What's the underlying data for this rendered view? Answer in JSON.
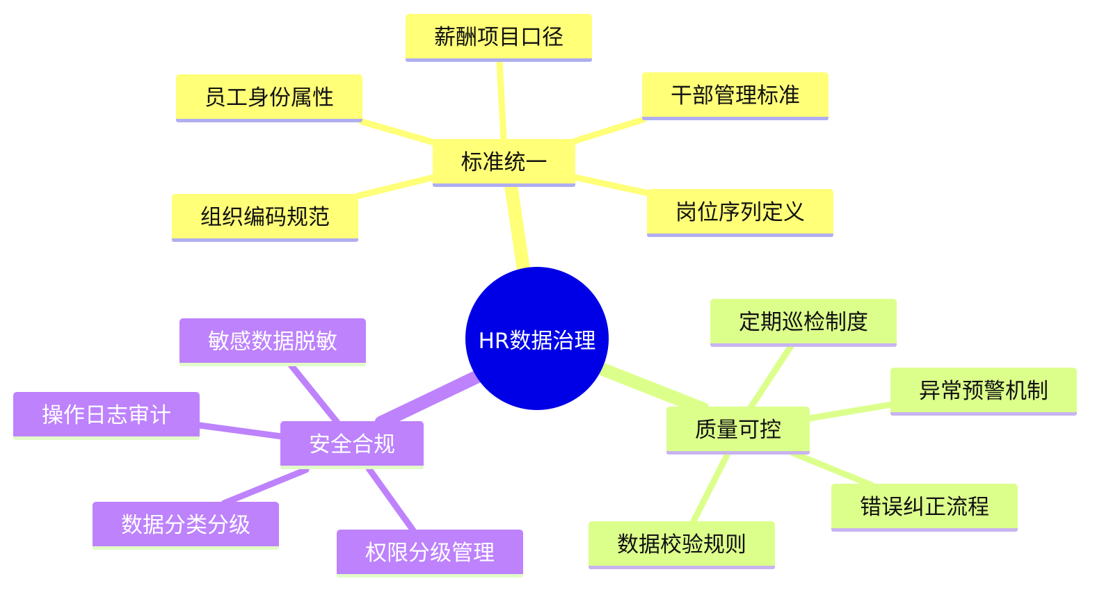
{
  "root": {
    "label": "HR数据治理"
  },
  "branches": {
    "standard": {
      "label": "标准统一",
      "children": [
        "薪酬项目口径",
        "员工身份属性",
        "干部管理标准",
        "组织编码规范",
        "岗位序列定义"
      ]
    },
    "quality": {
      "label": "质量可控",
      "children": [
        "定期巡检制度",
        "异常预警机制",
        "错误纠正流程",
        "数据校验规则"
      ]
    },
    "security": {
      "label": "安全合规",
      "children": [
        "敏感数据脱敏",
        "操作日志审计",
        "数据分类分级",
        "权限分级管理"
      ]
    }
  },
  "colors": {
    "root": "#0000e6",
    "standard": "#ffff78",
    "quality": "#dcff8c",
    "security": "#bd82fc"
  }
}
